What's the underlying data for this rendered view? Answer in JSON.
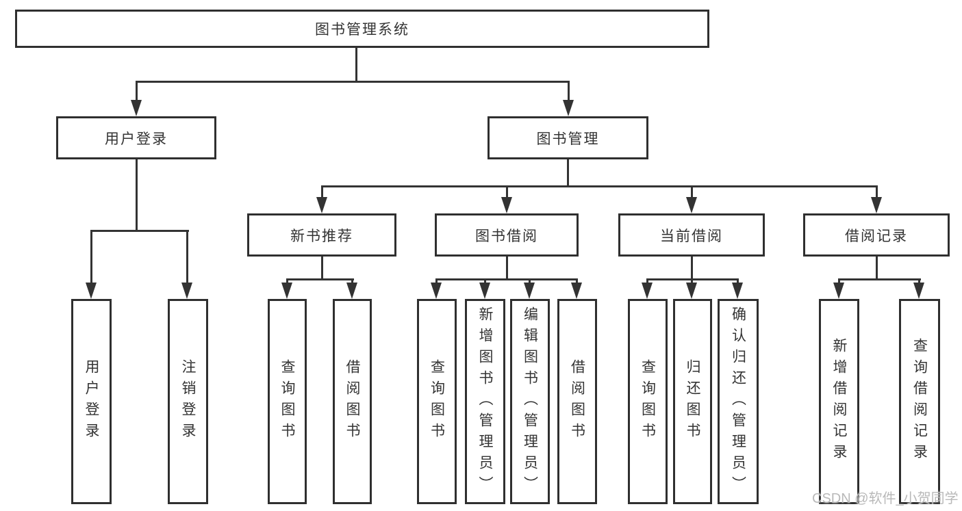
{
  "diagram": {
    "root": {
      "label": "图书管理系统"
    },
    "level2": [
      {
        "label": "用户登录"
      },
      {
        "label": "图书管理"
      }
    ],
    "level3": [
      {
        "label": "新书推荐",
        "parent": "图书管理"
      },
      {
        "label": "图书借阅",
        "parent": "图书管理"
      },
      {
        "label": "当前借阅",
        "parent": "图书管理"
      },
      {
        "label": "借阅记录",
        "parent": "图书管理"
      }
    ],
    "leaves": [
      {
        "label": "用户登录",
        "parent": "用户登录"
      },
      {
        "label": "注销登录",
        "parent": "用户登录"
      },
      {
        "label": "查询图书",
        "parent": "新书推荐"
      },
      {
        "label": "借阅图书",
        "parent": "新书推荐"
      },
      {
        "label": "查询图书",
        "parent": "图书借阅"
      },
      {
        "label": "新增图书（管理员）",
        "parent": "图书借阅"
      },
      {
        "label": "编辑图书（管理员）",
        "parent": "图书借阅"
      },
      {
        "label": "借阅图书",
        "parent": "图书借阅"
      },
      {
        "label": "查询图书",
        "parent": "当前借阅"
      },
      {
        "label": "归还图书",
        "parent": "当前借阅"
      },
      {
        "label": "确认归还（管理员）",
        "parent": "当前借阅"
      },
      {
        "label": "新增借阅记录",
        "parent": "借阅记录"
      },
      {
        "label": "查询借阅记录",
        "parent": "借阅记录"
      }
    ]
  },
  "watermark": {
    "text": "CSDN @软件_小贺同学"
  },
  "colors": {
    "line": "#333333",
    "border": "#2f2f2f",
    "text": "#333333",
    "watermark": "#b9b9b9",
    "bg": "#ffffff"
  }
}
